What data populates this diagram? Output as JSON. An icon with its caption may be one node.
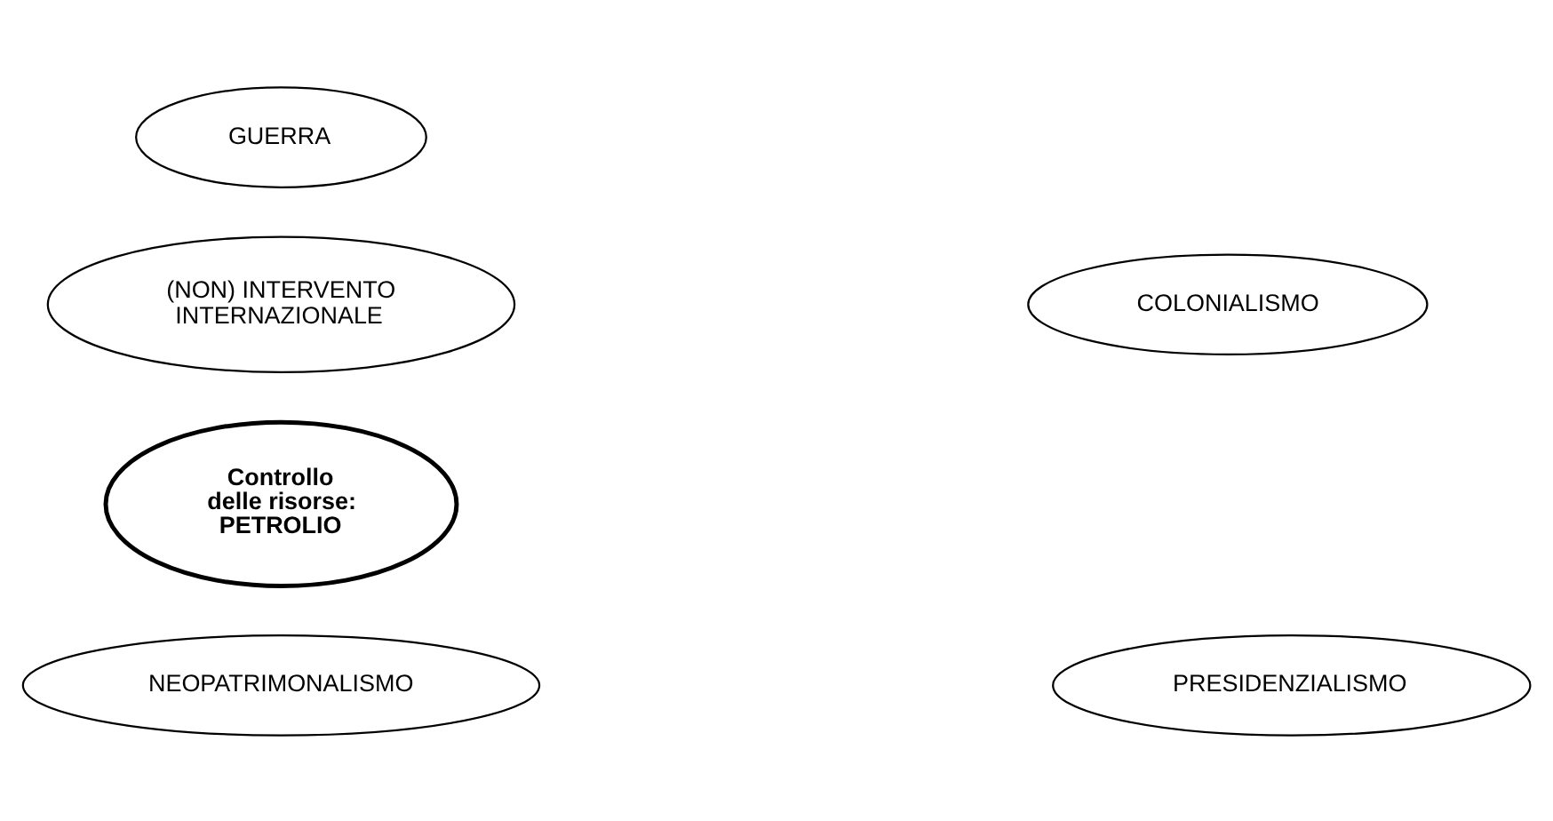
{
  "diagram": {
    "nodes": [
      {
        "text": [
          "GUERRA"
        ]
      },
      {
        "text": [
          "COLONIALISMO"
        ]
      },
      {
        "text": [
          "(NON) INTERVENTO INTERNAZIONALE"
        ]
      },
      {
        "text": [
          "Controllo delle risorse: PETROLIO"
        ]
      },
      {
        "text": [
          "PRESIDENZIALISMO"
        ]
      },
      {
        "text": [
          "NEOPATRIMONALISMO"
        ]
      }
    ]
  }
}
